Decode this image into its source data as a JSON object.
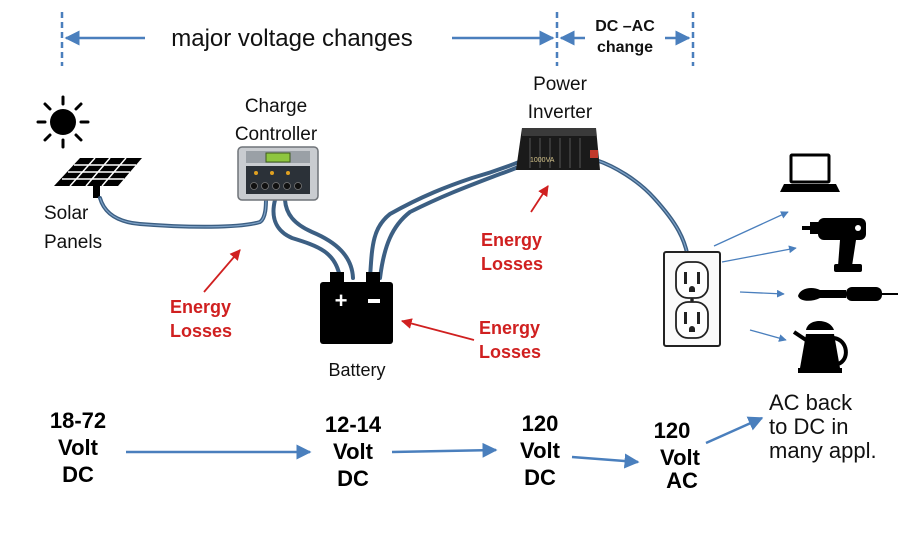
{
  "header": {
    "major_label": "major voltage changes",
    "dcac_line1": "DC –AC",
    "dcac_line2": "change"
  },
  "components": {
    "solar": [
      "Solar",
      "Panels"
    ],
    "controller": [
      "Charge",
      "Controller"
    ],
    "inverter": [
      "Power",
      "Inverter"
    ],
    "battery": "Battery",
    "inverter_badge": "1000VA"
  },
  "losses": [
    [
      "Energy",
      "Losses"
    ],
    [
      "Energy",
      "Losses"
    ],
    [
      "Energy",
      "Losses"
    ]
  ],
  "stages": [
    [
      "18-72",
      "Volt",
      "DC"
    ],
    [
      "12-14",
      "Volt",
      "DC"
    ],
    [
      "120",
      "Volt",
      "DC"
    ],
    [
      "120",
      "Volt",
      "AC"
    ]
  ],
  "appliances_label": [
    "AC back",
    "to DC in",
    "many appl."
  ],
  "icons": [
    "sun-icon",
    "solar-panel-icon",
    "charge-controller-icon",
    "battery-icon",
    "power-inverter-icon",
    "wall-outlet-icon",
    "laptop-icon",
    "drill-icon",
    "curling-iron-icon",
    "kettle-icon"
  ],
  "colors": {
    "arrow_blue": "#4a7fbd",
    "loss_red": "#d02020",
    "cable": "#3c5f83"
  }
}
